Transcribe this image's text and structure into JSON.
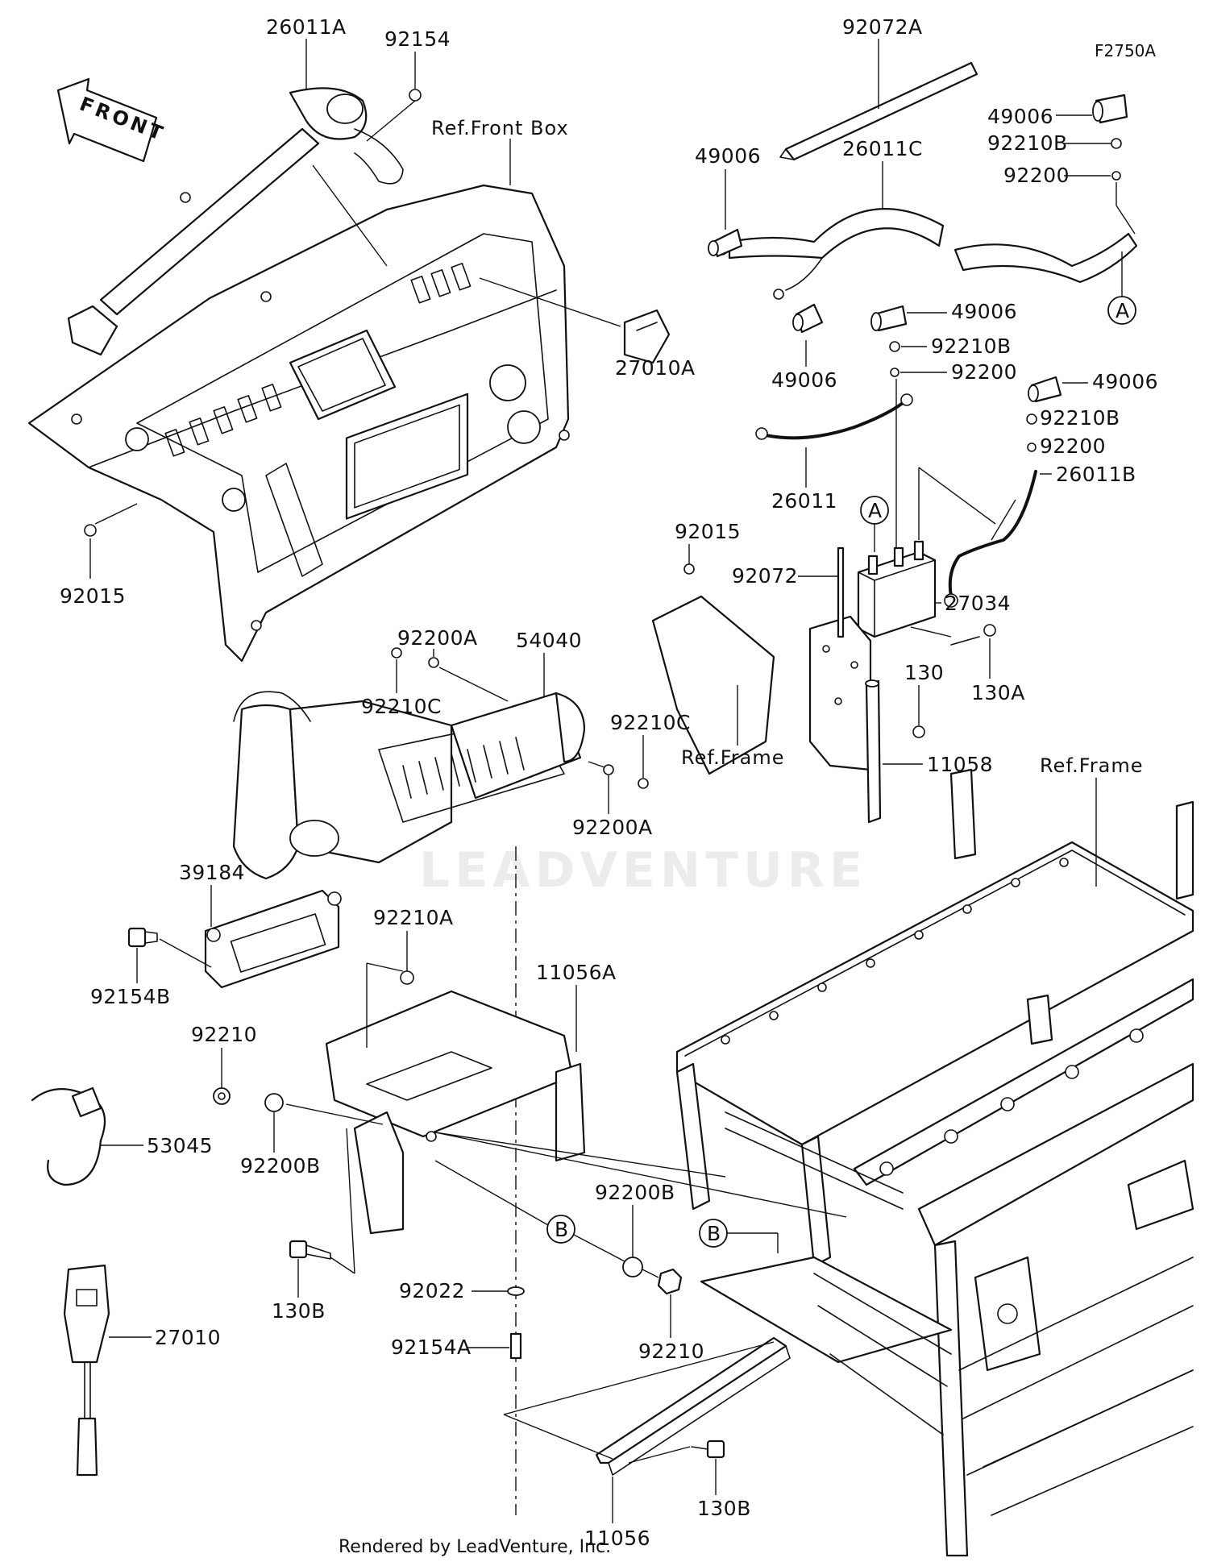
{
  "figure_code": "F2750A",
  "front_arrow_label": "FRONT",
  "watermark": "LEADVENTURE",
  "footer": "Rendered by LeadVenture, Inc.",
  "references": {
    "front_box": "Ref.Front Box",
    "frame_left": "Ref.Frame",
    "frame_right": "Ref.Frame"
  },
  "callout_markers": {
    "a_top": "A",
    "a_relay": "A",
    "b_plate": "B",
    "b_frame": "B"
  },
  "part_labels": {
    "p26011A": "26011A",
    "p92154": "92154",
    "p92072A": "92072A",
    "p49006_top": "49006",
    "p26011C": "26011C",
    "p49006_topright": "49006",
    "p92210B_1": "92210B",
    "p92200_1": "92200",
    "p27010A": "27010A",
    "p49006_mid": "49006",
    "p49006_midright": "49006",
    "p92210B_2": "92210B",
    "p92200_2": "92200",
    "p49006_right": "49006",
    "p92210B_3": "92210B",
    "p92200_3": "92200",
    "p26011B": "26011B",
    "p26011": "26011",
    "p92015_left": "92015",
    "p92015_mid": "92015",
    "p92072": "92072",
    "p27034": "27034",
    "p130": "130",
    "p130A": "130A",
    "p11058": "11058",
    "p92200A_1": "92200A",
    "p54040": "54040",
    "p92210C_1": "92210C",
    "p92210C_2": "92210C",
    "p92200A_2": "92200A",
    "p39184": "39184",
    "p92154B": "92154B",
    "p92210A": "92210A",
    "p11056A": "11056A",
    "p92210_1": "92210",
    "p92200B_1": "92200B",
    "p53045": "53045",
    "p92200B_2": "92200B",
    "p130B_1": "130B",
    "p92022": "92022",
    "p92154A": "92154A",
    "p92210_2": "92210",
    "p27010": "27010",
    "p11056": "11056",
    "p130B_2": "130B"
  }
}
